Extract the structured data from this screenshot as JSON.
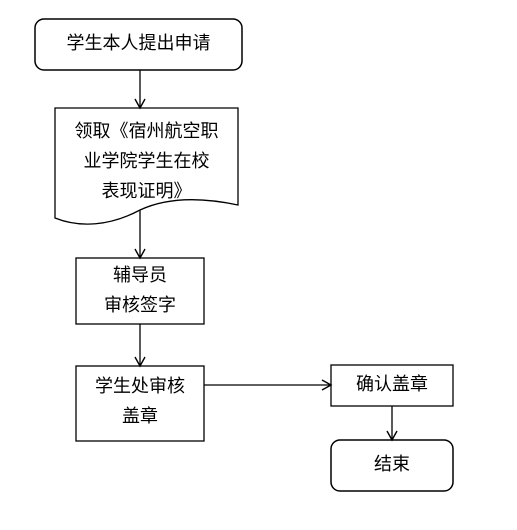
{
  "diagram": {
    "nodes": [
      {
        "id": "n1",
        "shape": "rounded",
        "lines": [
          "学生本人提出申请"
        ]
      },
      {
        "id": "n2",
        "shape": "document",
        "lines": [
          "领取《宿州航空职",
          "业学院学生在校",
          "表现证明》"
        ]
      },
      {
        "id": "n3",
        "shape": "rect",
        "lines": [
          "辅导员",
          "审核签字"
        ]
      },
      {
        "id": "n4",
        "shape": "rect",
        "lines": [
          "学生处审核",
          "盖章"
        ]
      },
      {
        "id": "n5",
        "shape": "rect",
        "lines": [
          "确认盖章"
        ]
      },
      {
        "id": "n6",
        "shape": "rounded",
        "lines": [
          "结束"
        ]
      }
    ],
    "edges": [
      {
        "from": "n1",
        "to": "n2"
      },
      {
        "from": "n2",
        "to": "n3"
      },
      {
        "from": "n3",
        "to": "n4"
      },
      {
        "from": "n4",
        "to": "n5"
      },
      {
        "from": "n5",
        "to": "n6"
      }
    ],
    "colors": {
      "stroke": "#000000",
      "fill": "#ffffff",
      "text": "#000000"
    }
  }
}
